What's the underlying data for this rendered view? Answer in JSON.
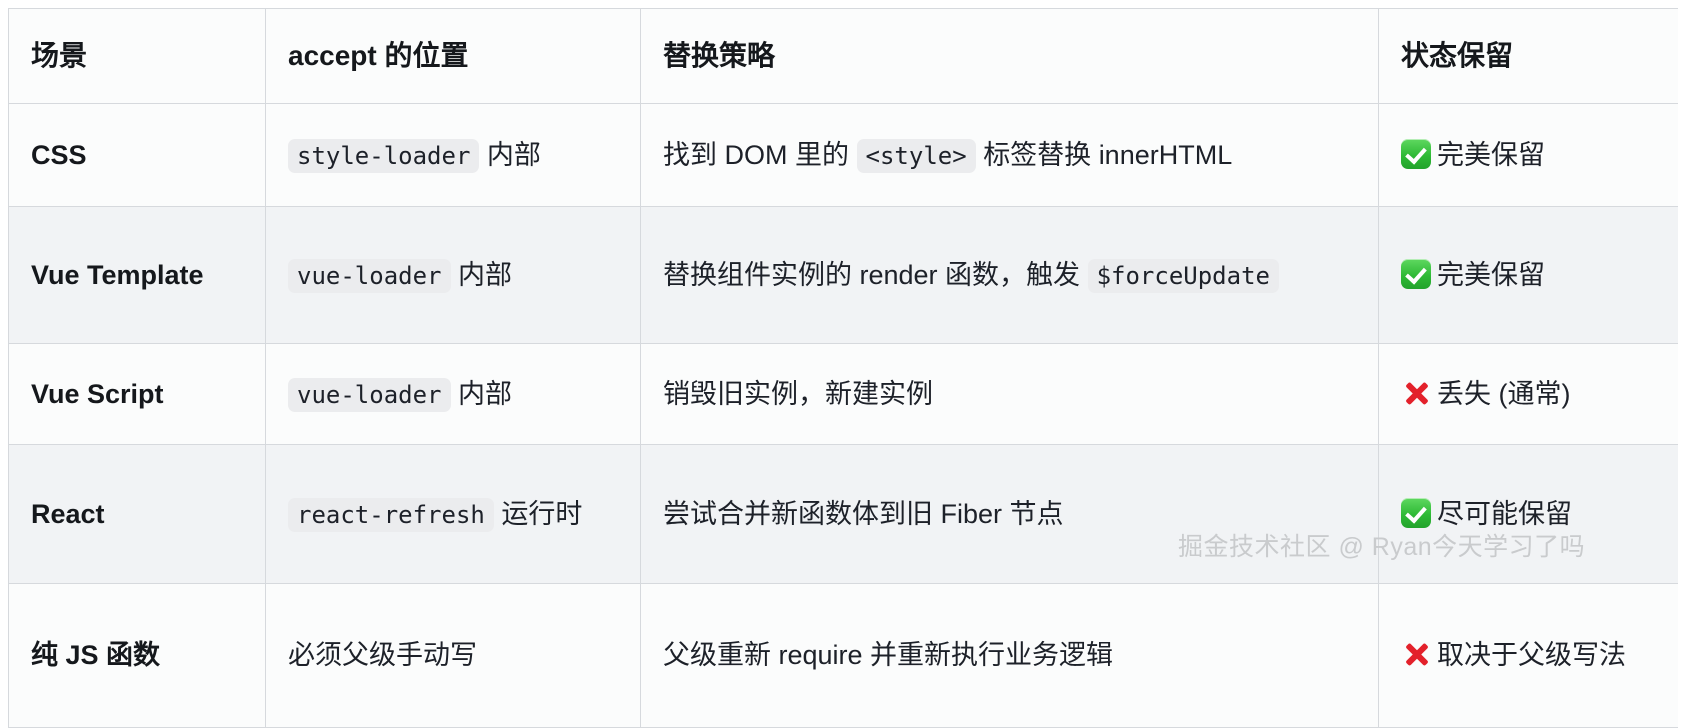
{
  "table": {
    "headers": [
      "场景",
      "accept 的位置",
      "替换策略",
      "状态保留"
    ],
    "rows": [
      {
        "scene": "CSS",
        "accept_code": "style-loader",
        "accept_suffix": "内部",
        "strategy_pre": "找到 DOM 里的",
        "strategy_code": "<style>",
        "strategy_post": "标签替换 innerHTML",
        "status_icon": "white-check-mark",
        "status": "完美保留"
      },
      {
        "scene": "Vue Template",
        "accept_code": "vue-loader",
        "accept_suffix": "内部",
        "strategy_pre": "替换组件实例的 render 函数，触发",
        "strategy_code": "$forceUpdate",
        "strategy_post": "",
        "status_icon": "white-check-mark",
        "status": "完美保留"
      },
      {
        "scene": "Vue Script",
        "accept_code": "vue-loader",
        "accept_suffix": "内部",
        "strategy_pre": "销毁旧实例，新建实例",
        "strategy_code": "",
        "strategy_post": "",
        "status_icon": "cross-mark",
        "status": "丢失 (通常)"
      },
      {
        "scene": "React",
        "accept_code": "react-refresh",
        "accept_suffix": "运行时",
        "strategy_pre": "尝试合并新函数体到旧 Fiber 节点",
        "strategy_code": "",
        "strategy_post": "",
        "status_icon": "white-check-mark",
        "status": "尽可能保留"
      },
      {
        "scene": "纯 JS 函数",
        "accept_code": "",
        "accept_suffix": "必须父级手动写",
        "strategy_pre": "父级重新 require 并重新执行业务逻辑",
        "strategy_code": "",
        "strategy_post": "",
        "status_icon": "cross-mark",
        "status": "取决于父级写法"
      }
    ]
  },
  "watermark": {
    "text": "掘金技术社区 @ Ryan今天学习了吗"
  },
  "colors": {
    "success": "#2fba36",
    "danger": "#e3212b",
    "border": "#d6d9dd",
    "row_alt": "#f1f3f5",
    "chip_bg": "#ebecee"
  }
}
